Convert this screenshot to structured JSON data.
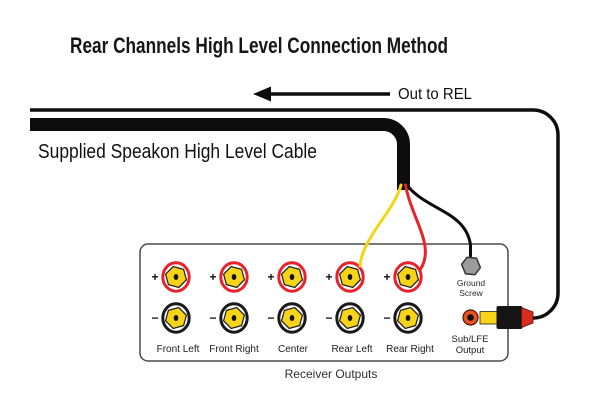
{
  "title": "Rear Channels High Level Connection Method",
  "cable_label": "Supplied Speakon High Level Cable",
  "rel_arrow": {
    "label": "Out to REL"
  },
  "panel": {
    "caption": "Receiver Outputs",
    "plus_sign": "+",
    "minus_sign": "−",
    "channels": [
      "Front Left",
      "Front Right",
      "Center",
      "Rear Left",
      "Rear Right"
    ],
    "ground_screw": {
      "line1": "Ground",
      "line2": "Screw"
    },
    "sub_lfe": {
      "line1": "Sub/LFE",
      "line2": "Output"
    }
  },
  "colors": {
    "wire_yellow": "#f7d417",
    "wire_red": "#e9212a",
    "wire_black": "#0d0d0d",
    "terminal_yellow": "#f7d417",
    "positive_ring": "#e9212a",
    "negative_ring": "#1a1a1a",
    "ground_screw_gray": "#9b9b9b",
    "rca_jack_orange": "#e8521e",
    "rca_plug_yellow": "#f7d417",
    "rca_plug_body": "#151515",
    "rca_plug_red": "#d92b1e"
  }
}
